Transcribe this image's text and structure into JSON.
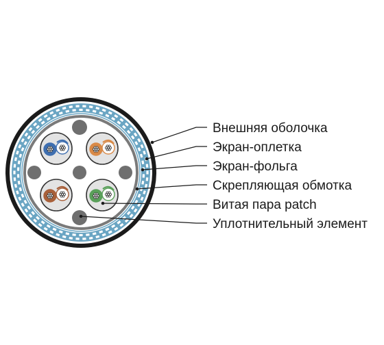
{
  "diagram": {
    "labels": [
      {
        "key": "outer-jacket",
        "text": "Внешняя оболочка"
      },
      {
        "key": "braid-shield",
        "text": "Экран-оплетка"
      },
      {
        "key": "foil-shield",
        "text": "Экран-фольга"
      },
      {
        "key": "binder-wrap",
        "text": "Скрепляющая обмотка"
      },
      {
        "key": "twisted-pair",
        "text": "Витая пара patch"
      },
      {
        "key": "filler-element",
        "text": "Уплотнительный элемент"
      }
    ],
    "colors": {
      "jacket": "#1b1b1b",
      "braid": "#6aa5c3",
      "binder": "#7a7a7a",
      "filler": "#6f6f6f",
      "pair_blue": "#3f6fb0",
      "pair_orange": "#d98a48",
      "pair_brown": "#a8603a",
      "pair_green": "#5aa05a",
      "leader_line": "#1a1a1a"
    }
  }
}
